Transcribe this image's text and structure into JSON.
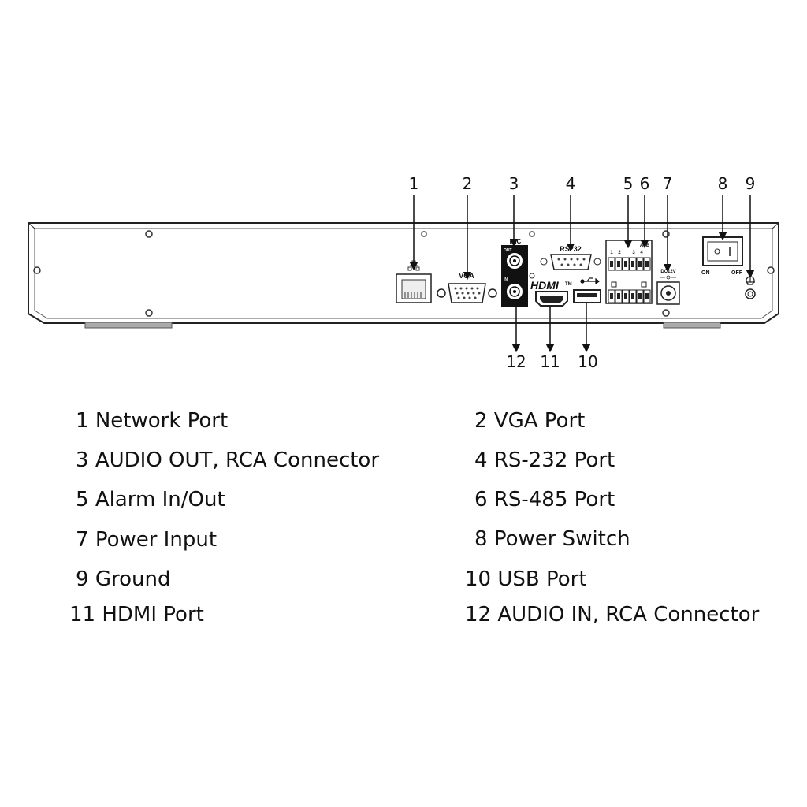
{
  "callouts": {
    "c1": "1",
    "c2": "2",
    "c3": "3",
    "c4": "4",
    "c5": "5",
    "c6": "6",
    "c7": "7",
    "c8": "8",
    "c9": "9",
    "c10": "10",
    "c11": "11",
    "c12": "12"
  },
  "panel_labels": {
    "vga": "VGA",
    "mic": "MIC",
    "out": "OUT",
    "in": "IN",
    "rs232": "RS232",
    "hdmi": "HDMI",
    "tm": "TM",
    "dc12v": "DC12V",
    "on": "ON",
    "off": "OFF",
    "ab_a": "A",
    "ab_b": "B",
    "term1": "1",
    "term2": "2",
    "term3": "3",
    "term4": "4"
  },
  "legend": [
    {
      "num": "1",
      "label": "Network Port"
    },
    {
      "num": "2",
      "label": "VGA Port"
    },
    {
      "num": "3",
      "label": "AUDIO OUT, RCA Connector"
    },
    {
      "num": "4",
      "label": "RS-232 Port"
    },
    {
      "num": "5",
      "label": "Alarm In/Out"
    },
    {
      "num": "6",
      "label": "RS-485 Port"
    },
    {
      "num": "7",
      "label": "Power Input"
    },
    {
      "num": "8",
      "label": "Power Switch"
    },
    {
      "num": "9",
      "label": "Ground"
    },
    {
      "num": "10",
      "label": "USB Port"
    },
    {
      "num": "11",
      "label": "HDMI Port"
    },
    {
      "num": "12",
      "label": "AUDIO IN, RCA Connector"
    }
  ]
}
